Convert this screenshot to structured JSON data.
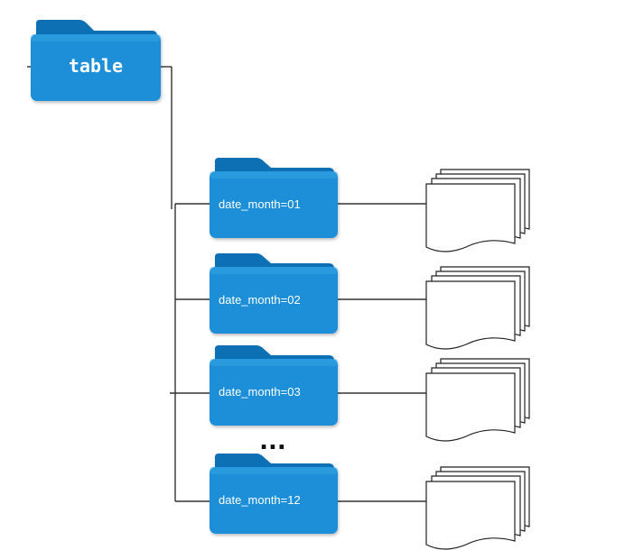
{
  "root": {
    "label": "table",
    "icon": "folder-icon"
  },
  "partitions": [
    {
      "label": "date_month=01",
      "icon": "folder-icon",
      "files_icon": "file-stack-icon"
    },
    {
      "label": "date_month=02",
      "icon": "folder-icon",
      "files_icon": "file-stack-icon"
    },
    {
      "label": "date_month=03",
      "icon": "folder-icon",
      "files_icon": "file-stack-icon"
    },
    {
      "label": "date_month=12",
      "icon": "folder-icon",
      "files_icon": "file-stack-icon"
    }
  ],
  "ellipsis": "...",
  "colors": {
    "folder_front": "#1a8fd8",
    "folder_back": "#0b6fb4",
    "folder_shadow": "#0a5f9c",
    "line": "#333333",
    "paper_fill": "#ffffff",
    "paper_stroke": "#222222"
  }
}
